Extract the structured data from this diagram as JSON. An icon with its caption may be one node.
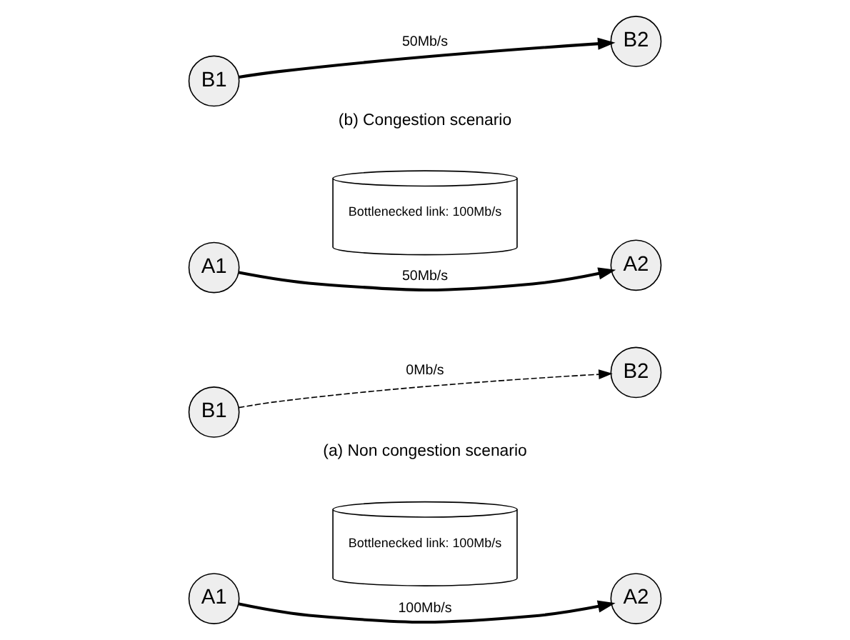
{
  "diagram": {
    "nodes": [
      {
        "text": [
          "A1"
        ]
      },
      {
        "text": [
          "Bottlenecked link: 100Mb/s"
        ]
      },
      {
        "text": [
          "A2"
        ]
      },
      {
        "text": [
          "B1"
        ]
      },
      {
        "text": [
          "B2"
        ]
      },
      {
        "text": [
          "A1"
        ]
      },
      {
        "text": [
          "Bottlenecked link: 100Mb/s"
        ]
      },
      {
        "text": [
          "A2"
        ]
      },
      {
        "text": [
          "B1"
        ]
      },
      {
        "text": [
          "B2"
        ]
      }
    ],
    "edges": [
      {
        "from": 0,
        "to": 2,
        "arrow": "to",
        "label": "100Mb/s"
      },
      {
        "from": 3,
        "to": 4,
        "arrow": "to",
        "label": "0Mb/s",
        "style": "dashed"
      },
      {
        "from": 5,
        "to": 7,
        "arrow": "to",
        "label": "50Mb/s"
      },
      {
        "from": 8,
        "to": 9,
        "arrow": "to",
        "label": "50Mb/s"
      }
    ],
    "labels": [
      "(a) Non congestion scenario",
      "(b) Congestion scenario"
    ]
  }
}
